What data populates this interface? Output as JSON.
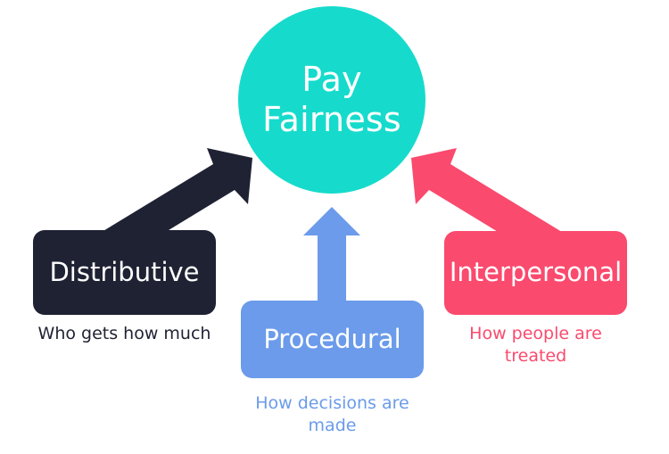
{
  "diagram": {
    "title": "Pay Fairness",
    "background_color": "#FFFFFF",
    "hub": {
      "label": "Pay\nFairness",
      "color": "#16DBCC",
      "text_color": "#FFFFFF"
    },
    "pillars": [
      {
        "id": "distributive",
        "title": "Distributive",
        "caption": "Who gets how much",
        "color": "#1F2233",
        "title_color": "#FFFFFF",
        "caption_color": "#1F2233",
        "arrow": {
          "name": "distributive-arrow",
          "direction": "up-right",
          "color": "#1F2233"
        }
      },
      {
        "id": "procedural",
        "title": "Procedural",
        "caption": "How decisions are made",
        "color": "#6B9BEA",
        "title_color": "#FFFFFF",
        "caption_color": "#6B9BEA",
        "arrow": {
          "name": "procedural-arrow",
          "direction": "up",
          "color": "#6B9BEA"
        }
      },
      {
        "id": "interpersonal",
        "title": "Interpersonal",
        "caption": "How people are treated",
        "color": "#FA4A6E",
        "title_color": "#FFFFFF",
        "caption_color": "#FA4A6E",
        "arrow": {
          "name": "interpersonal-arrow",
          "direction": "up-left",
          "color": "#FA4A6E"
        }
      }
    ]
  }
}
